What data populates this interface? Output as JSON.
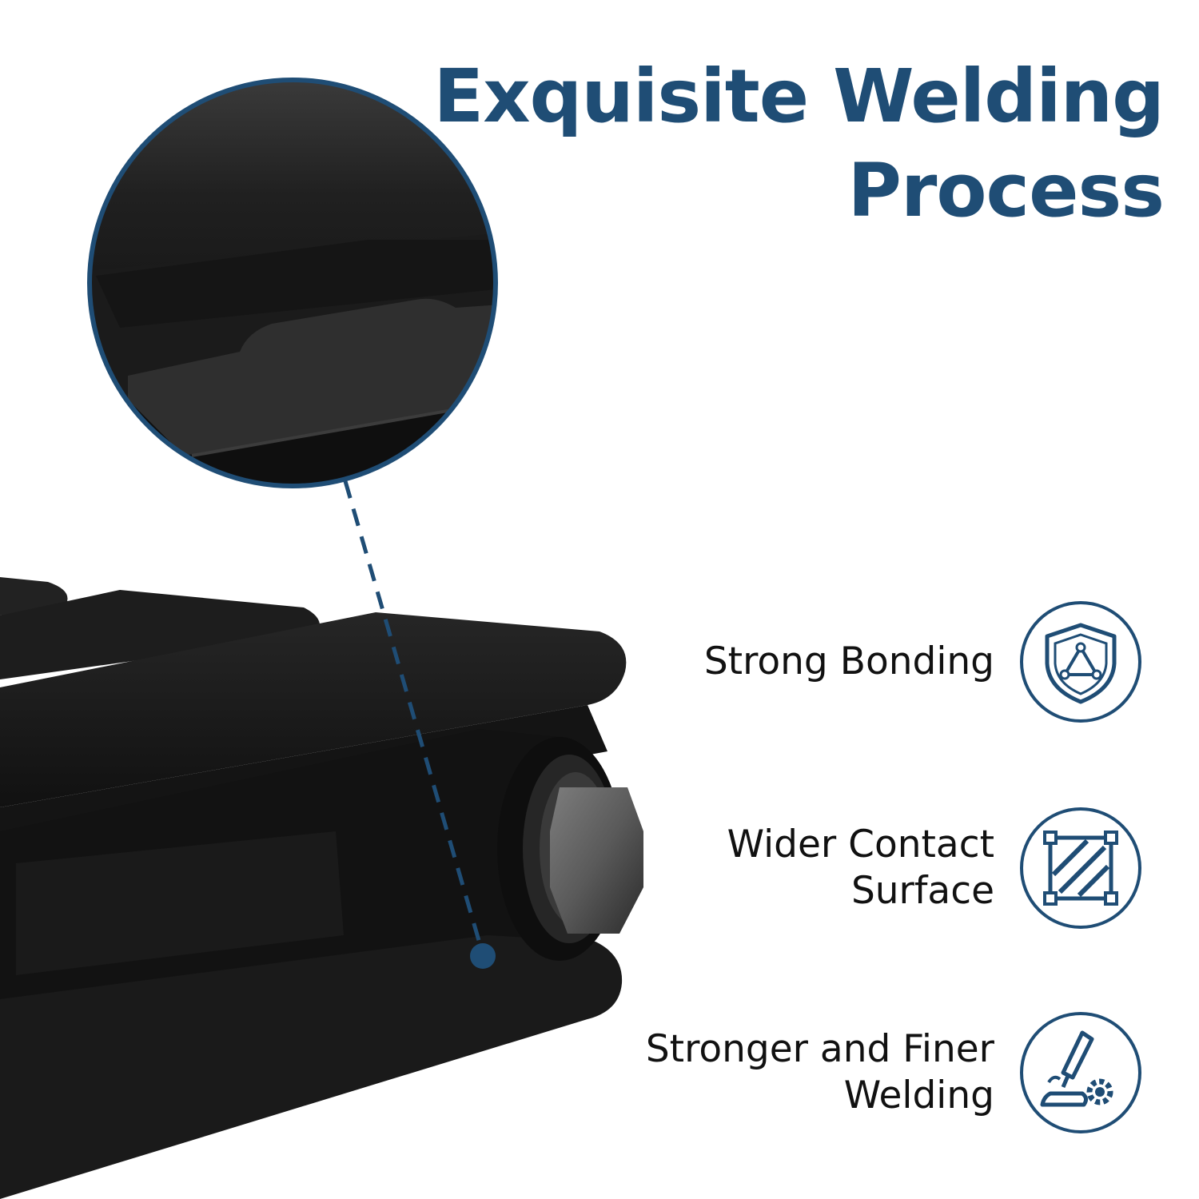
{
  "title": {
    "line1": "Exquisite Welding",
    "line2": "Process"
  },
  "features": [
    {
      "label_lines": [
        "Strong Bonding"
      ],
      "icon": "shield-triangle-icon"
    },
    {
      "label_lines": [
        "Wider Contact",
        "Surface"
      ],
      "icon": "contact-surface-icon"
    },
    {
      "label_lines": [
        "Stronger and Finer",
        "Welding"
      ],
      "icon": "welding-tool-icon"
    }
  ],
  "colors": {
    "accent": "#1f4d75",
    "product": "#1b1b1b",
    "product_dark": "#0c0c0c",
    "background": "#ffffff"
  },
  "callout": {
    "style": "dashed",
    "target": "weld-joint"
  }
}
